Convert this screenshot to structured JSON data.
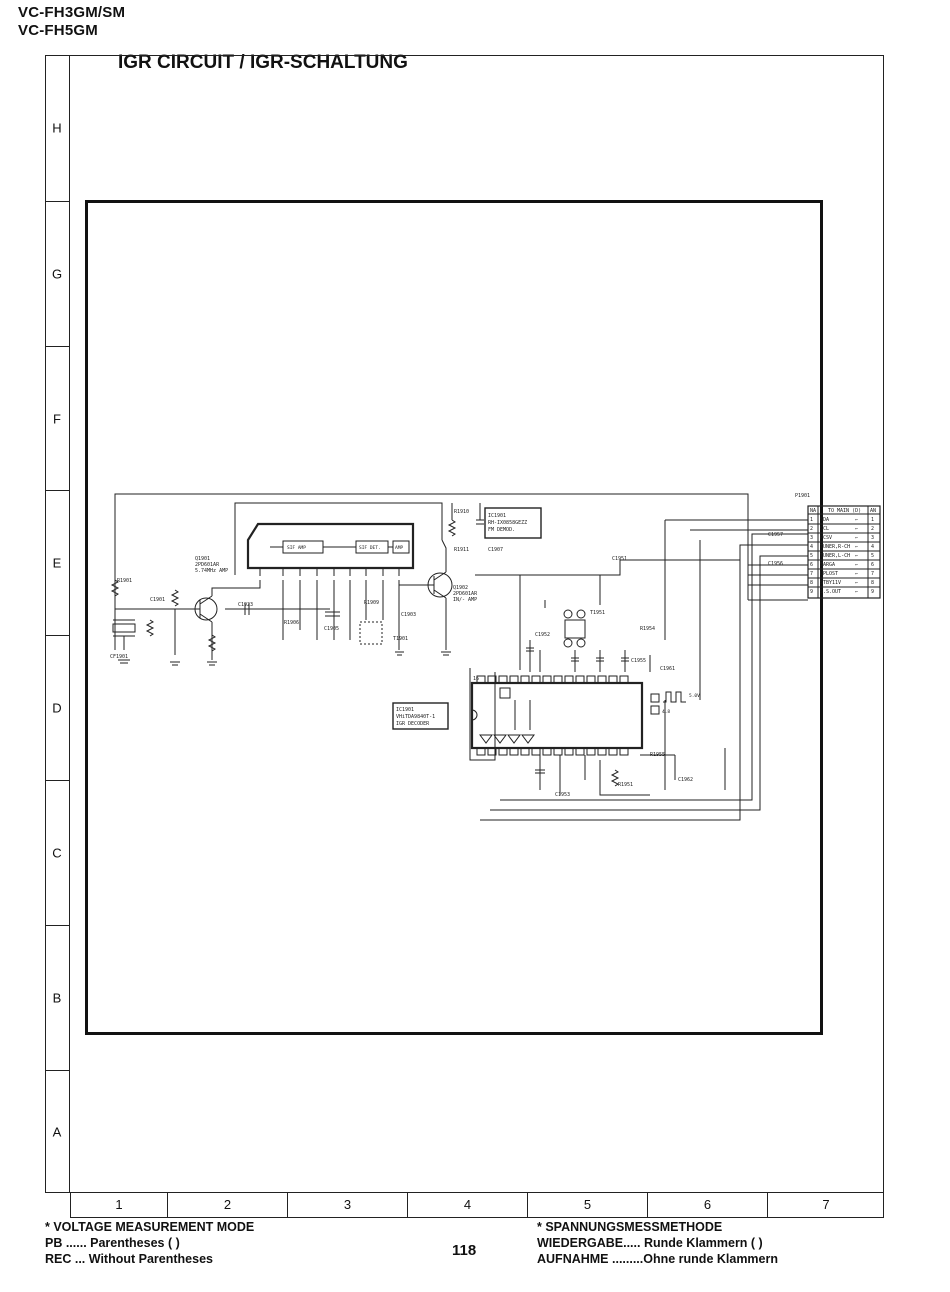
{
  "header": {
    "model_line1": "VC-FH3GM/SM",
    "model_line2": "VC-FH5GM",
    "title": "IGR CIRCUIT / IGR-SCHALTUNG"
  },
  "grid": {
    "rows": [
      "H",
      "G",
      "F",
      "E",
      "D",
      "C",
      "B",
      "A"
    ],
    "columns": [
      "1",
      "2",
      "3",
      "4",
      "5",
      "6",
      "7"
    ]
  },
  "schematic": {
    "ic_boxes": {
      "ic1901_main": "IC1901\nRH-IX0858GEZZ\nFM DEMOD.",
      "ic1901_decoder": "IC1901\nVHiTDA9840T-1\nIGR DECODER"
    },
    "blocks": {
      "sif_amp": "SIF AMP",
      "sif_det": "SIF DET.",
      "amp": "AMP"
    },
    "transistors": {
      "q1901": "Q1901\n2PD601AR\n5.74MHz AMP",
      "q1902": "Q1902\n2PD601AR\nIN/- AMP"
    },
    "connector": {
      "ref": "P1901",
      "header": [
        "NA",
        "TO MAIN (D)",
        "AN"
      ],
      "pins": [
        {
          "no": "1",
          "name": "SDA",
          "pin": "1"
        },
        {
          "no": "2",
          "name": "SCL",
          "pin": "2"
        },
        {
          "no": "3",
          "name": "PCSV",
          "pin": "3"
        },
        {
          "no": "4",
          "name": "TUNER,R-CH",
          "pin": "4"
        },
        {
          "no": "5",
          "name": "TUNER,L-CH",
          "pin": "5"
        },
        {
          "no": "6",
          "name": "SARGA",
          "pin": "6"
        },
        {
          "no": "7",
          "name": "UPLOST",
          "pin": "7"
        },
        {
          "no": "8",
          "name": "STBY11V",
          "pin": "8"
        },
        {
          "no": "9",
          "name": "S.S.OUT",
          "pin": "9"
        }
      ]
    },
    "waveform_values": [
      "5.0V",
      "4.8"
    ]
  },
  "footer": {
    "left": {
      "line1": "* VOLTAGE MEASUREMENT MODE",
      "line2": "PB ...... Parentheses (   )",
      "line3": "REC ... Without Parentheses"
    },
    "page_number": "118",
    "right": {
      "line1": "* SPANNUNGSMESSMETHODE",
      "line2": "WIEDERGABE..... Runde Klammern (   )",
      "line3": "AUFNAHME .........Ohne runde Klammern"
    }
  }
}
